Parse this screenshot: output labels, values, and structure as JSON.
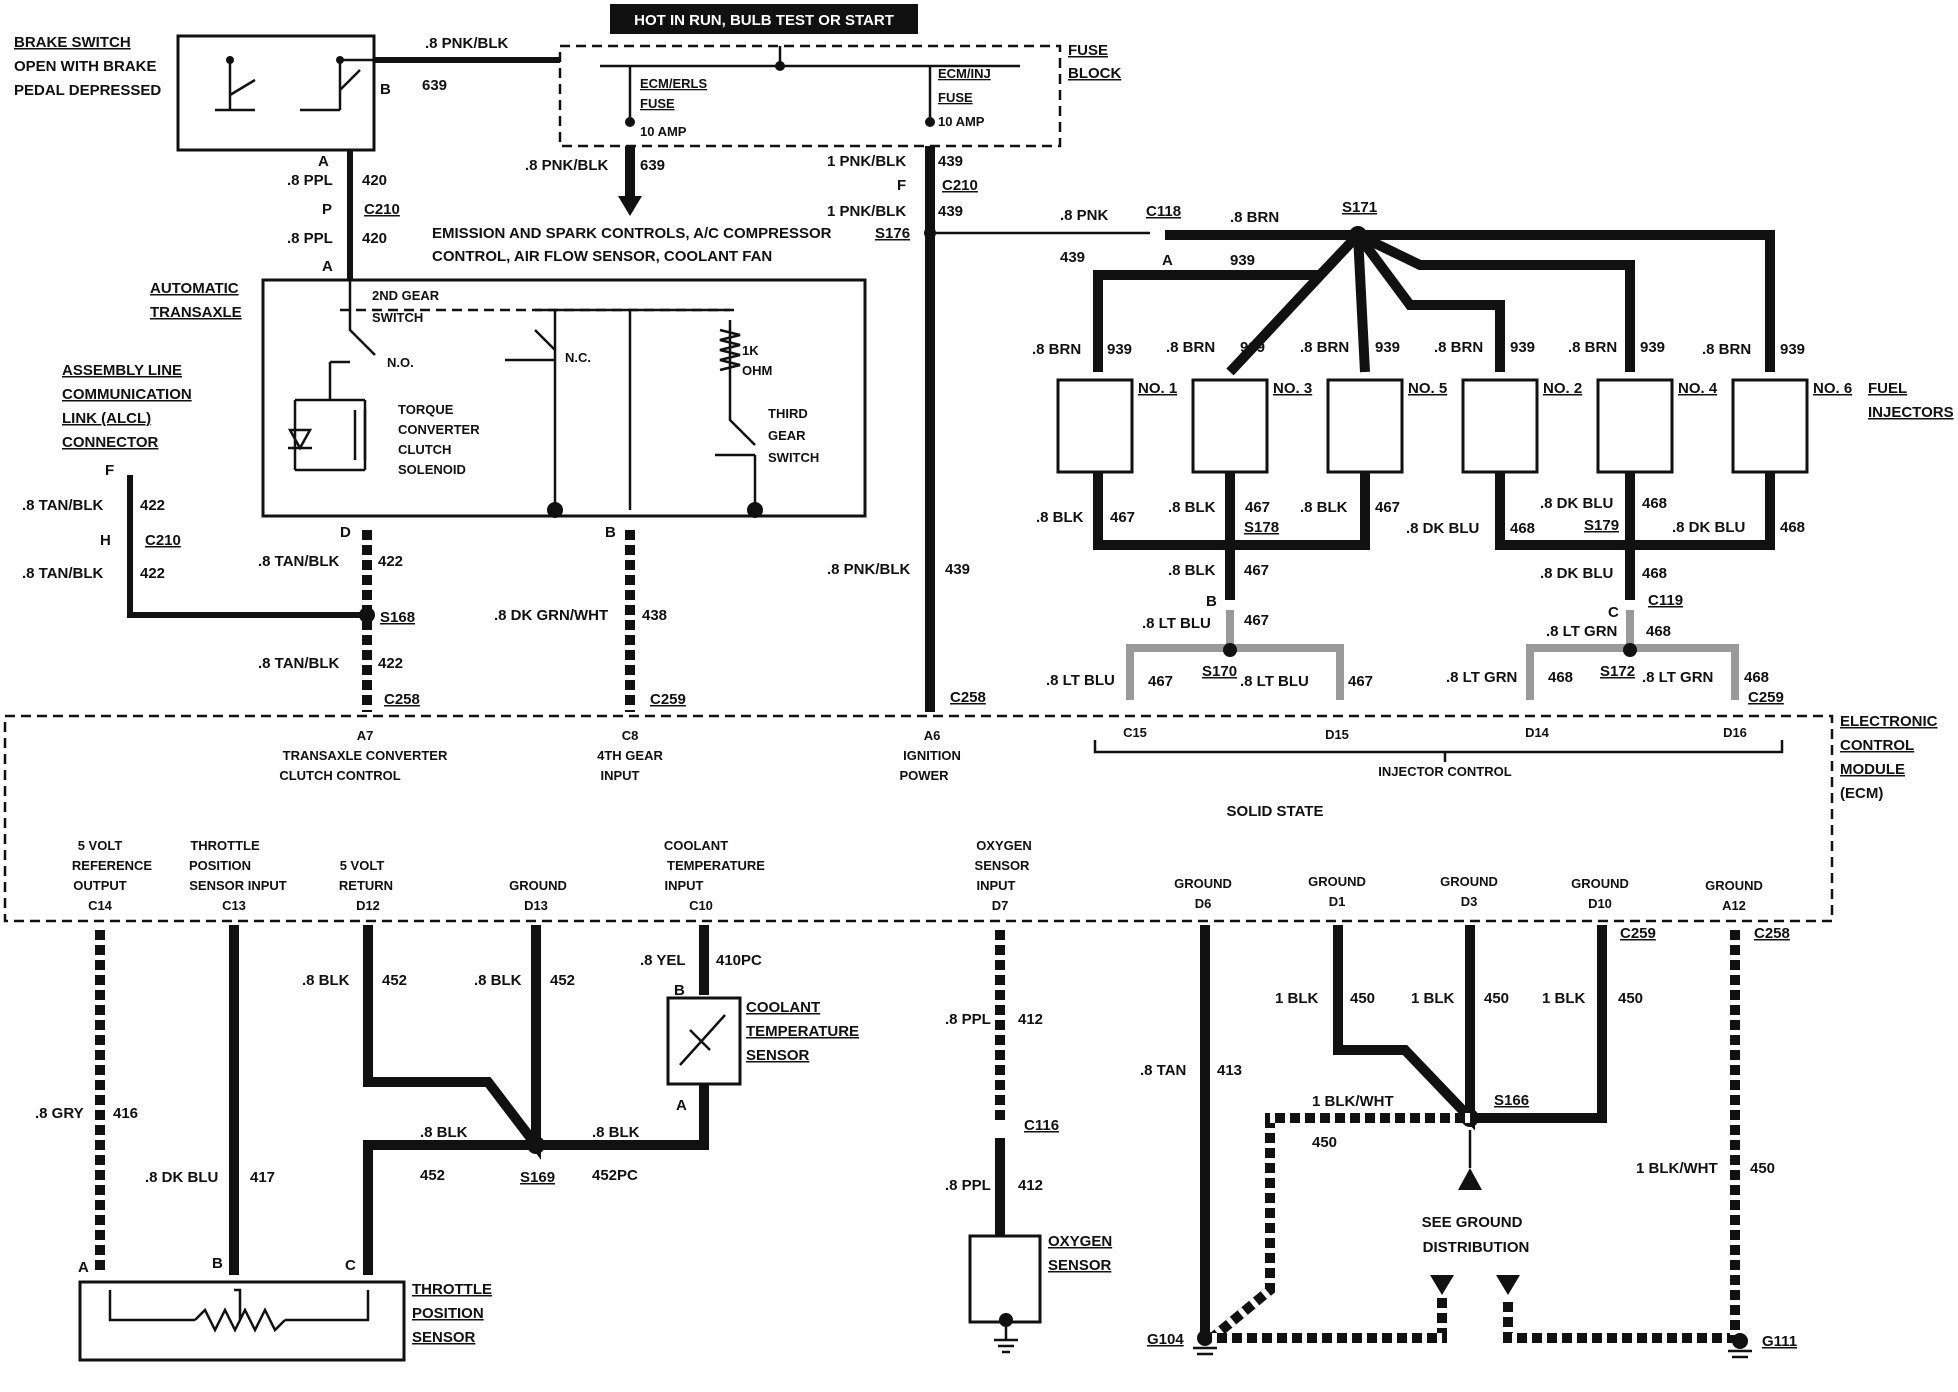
{
  "banner": "HOT IN RUN, BULB TEST OR START",
  "brake_switch": {
    "title": "BRAKE SWITCH",
    "line2": "OPEN WITH BRAKE",
    "line3": "PEDAL DEPRESSED",
    "pin_b": "B",
    "pin_a": "A"
  },
  "fuse_block": {
    "line1": "FUSE",
    "line2": "BLOCK",
    "ecm_erls": "ECM/ERLS",
    "ecm_inj": "ECM/INJ",
    "fuse": "FUSE",
    "amp": "10 AMP"
  },
  "wires": {
    "pnk_blk_08": ".8 PNK/BLK",
    "c639": "639",
    "ppl_08": ".8 PPL",
    "c420": "420",
    "pnk_blk_1": "1 PNK/BLK",
    "c439": "439",
    "pnk_08": ".8 PNK",
    "brn_08": ".8 BRN",
    "c939": "939",
    "blk_08": ".8 BLK",
    "c467": "467",
    "dkblu_08": ".8 DK BLU",
    "c468": "468",
    "ltblu_08": ".8 LT BLU",
    "ltgrn_08": ".8 LT GRN",
    "tanblk_08": ".8 TAN/BLK",
    "c422": "422",
    "dkgrnwht_08": ".8 DK GRN/WHT",
    "c438": "438",
    "gry_08": ".8 GRY",
    "c416": "416",
    "c417": "417",
    "c452": "452",
    "c452pc": "452PC",
    "yel_08": ".8 YEL",
    "c410pc": "410PC",
    "c412": "412",
    "tan_08": ".8 TAN",
    "c413": "413",
    "blk_1": "1 BLK",
    "c450": "450",
    "blkwht_1": "1 BLK/WHT"
  },
  "connectors": {
    "c210": "C210",
    "c118": "C118",
    "c119": "C119",
    "c258": "C258",
    "c259": "C259",
    "c116": "C116",
    "p": "P",
    "f": "F",
    "h": "H",
    "a": "A",
    "b": "B",
    "c": "C",
    "d": "D"
  },
  "splices": {
    "s171": "S171",
    "s176": "S176",
    "s178": "S178",
    "s179": "S179",
    "s170": "S170",
    "s172": "S172",
    "s168": "S168",
    "s169": "S169",
    "s166": "S166"
  },
  "grounds": {
    "g104": "G104",
    "g111": "G111"
  },
  "emission_note": {
    "line1": "EMISSION AND SPARK CONTROLS, A/C COMPRESSOR",
    "line2": "CONTROL, AIR FLOW SENSOR, COOLANT FAN"
  },
  "transaxle": {
    "title1": "AUTOMATIC",
    "title2": "TRANSAXLE",
    "gear2_1": "2ND GEAR",
    "gear2_2": "SWITCH",
    "no": "N.O.",
    "nc": "N.C.",
    "ohm1": "1K",
    "ohm2": "OHM",
    "tcc1": "TORQUE",
    "tcc2": "CONVERTER",
    "tcc3": "CLUTCH",
    "tcc4": "SOLENOID",
    "gear3_1": "THIRD",
    "gear3_2": "GEAR",
    "gear3_3": "SWITCH"
  },
  "alcl": {
    "line1": "ASSEMBLY LINE",
    "line2": "COMMUNICATION",
    "line3": "LINK (ALCL)",
    "line4": "CONNECTOR"
  },
  "injectors": {
    "labels": [
      "NO. 1",
      "NO. 3",
      "NO. 5",
      "NO. 2",
      "NO. 4",
      "NO. 6"
    ],
    "title1": "FUEL",
    "title2": "INJECTORS"
  },
  "ecm": {
    "title1": "ELECTRONIC",
    "title2": "CONTROL",
    "title3": "MODULE",
    "title4": "(ECM)",
    "solid_state": "SOLID STATE",
    "injector_control": "INJECTOR CONTROL",
    "top_pins": [
      {
        "pin": "A7",
        "l1": "TRANSAXLE CONVERTER",
        "l2": "CLUTCH CONTROL"
      },
      {
        "pin": "C8",
        "l1": "4TH GEAR",
        "l2": "INPUT"
      },
      {
        "pin": "A6",
        "l1": "IGNITION",
        "l2": "POWER"
      }
    ],
    "inj_pins": [
      "C15",
      "D15",
      "D14",
      "D16"
    ],
    "bottom_pins": [
      {
        "pin": "C14",
        "l1": "5 VOLT",
        "l2": "REFERENCE",
        "l3": "OUTPUT"
      },
      {
        "pin": "C13",
        "l1": "THROTTLE",
        "l2": "POSITION",
        "l3": "SENSOR INPUT"
      },
      {
        "pin": "D12",
        "l1": "5 VOLT",
        "l2": "RETURN",
        "l3": ""
      },
      {
        "pin": "D13",
        "l1": "GROUND",
        "l2": "",
        "l3": ""
      },
      {
        "pin": "C10",
        "l1": "COOLANT",
        "l2": "TEMPERATURE",
        "l3": "INPUT"
      },
      {
        "pin": "D7",
        "l1": "OXYGEN",
        "l2": "SENSOR",
        "l3": "INPUT"
      },
      {
        "pin": "D6",
        "l1": "GROUND",
        "l2": "",
        "l3": ""
      },
      {
        "pin": "D1",
        "l1": "GROUND",
        "l2": "",
        "l3": ""
      },
      {
        "pin": "D3",
        "l1": "GROUND",
        "l2": "",
        "l3": ""
      },
      {
        "pin": "D10",
        "l1": "GROUND",
        "l2": "",
        "l3": ""
      },
      {
        "pin": "A12",
        "l1": "GROUND",
        "l2": "",
        "l3": ""
      }
    ]
  },
  "sensors": {
    "coolant1": "COOLANT",
    "coolant2": "TEMPERATURE",
    "coolant3": "SENSOR",
    "tps1": "THROTTLE",
    "tps2": "POSITION",
    "tps3": "SENSOR",
    "o2_1": "OXYGEN",
    "o2_2": "SENSOR"
  },
  "ground_dist": {
    "line1": "SEE GROUND",
    "line2": "DISTRIBUTION"
  }
}
